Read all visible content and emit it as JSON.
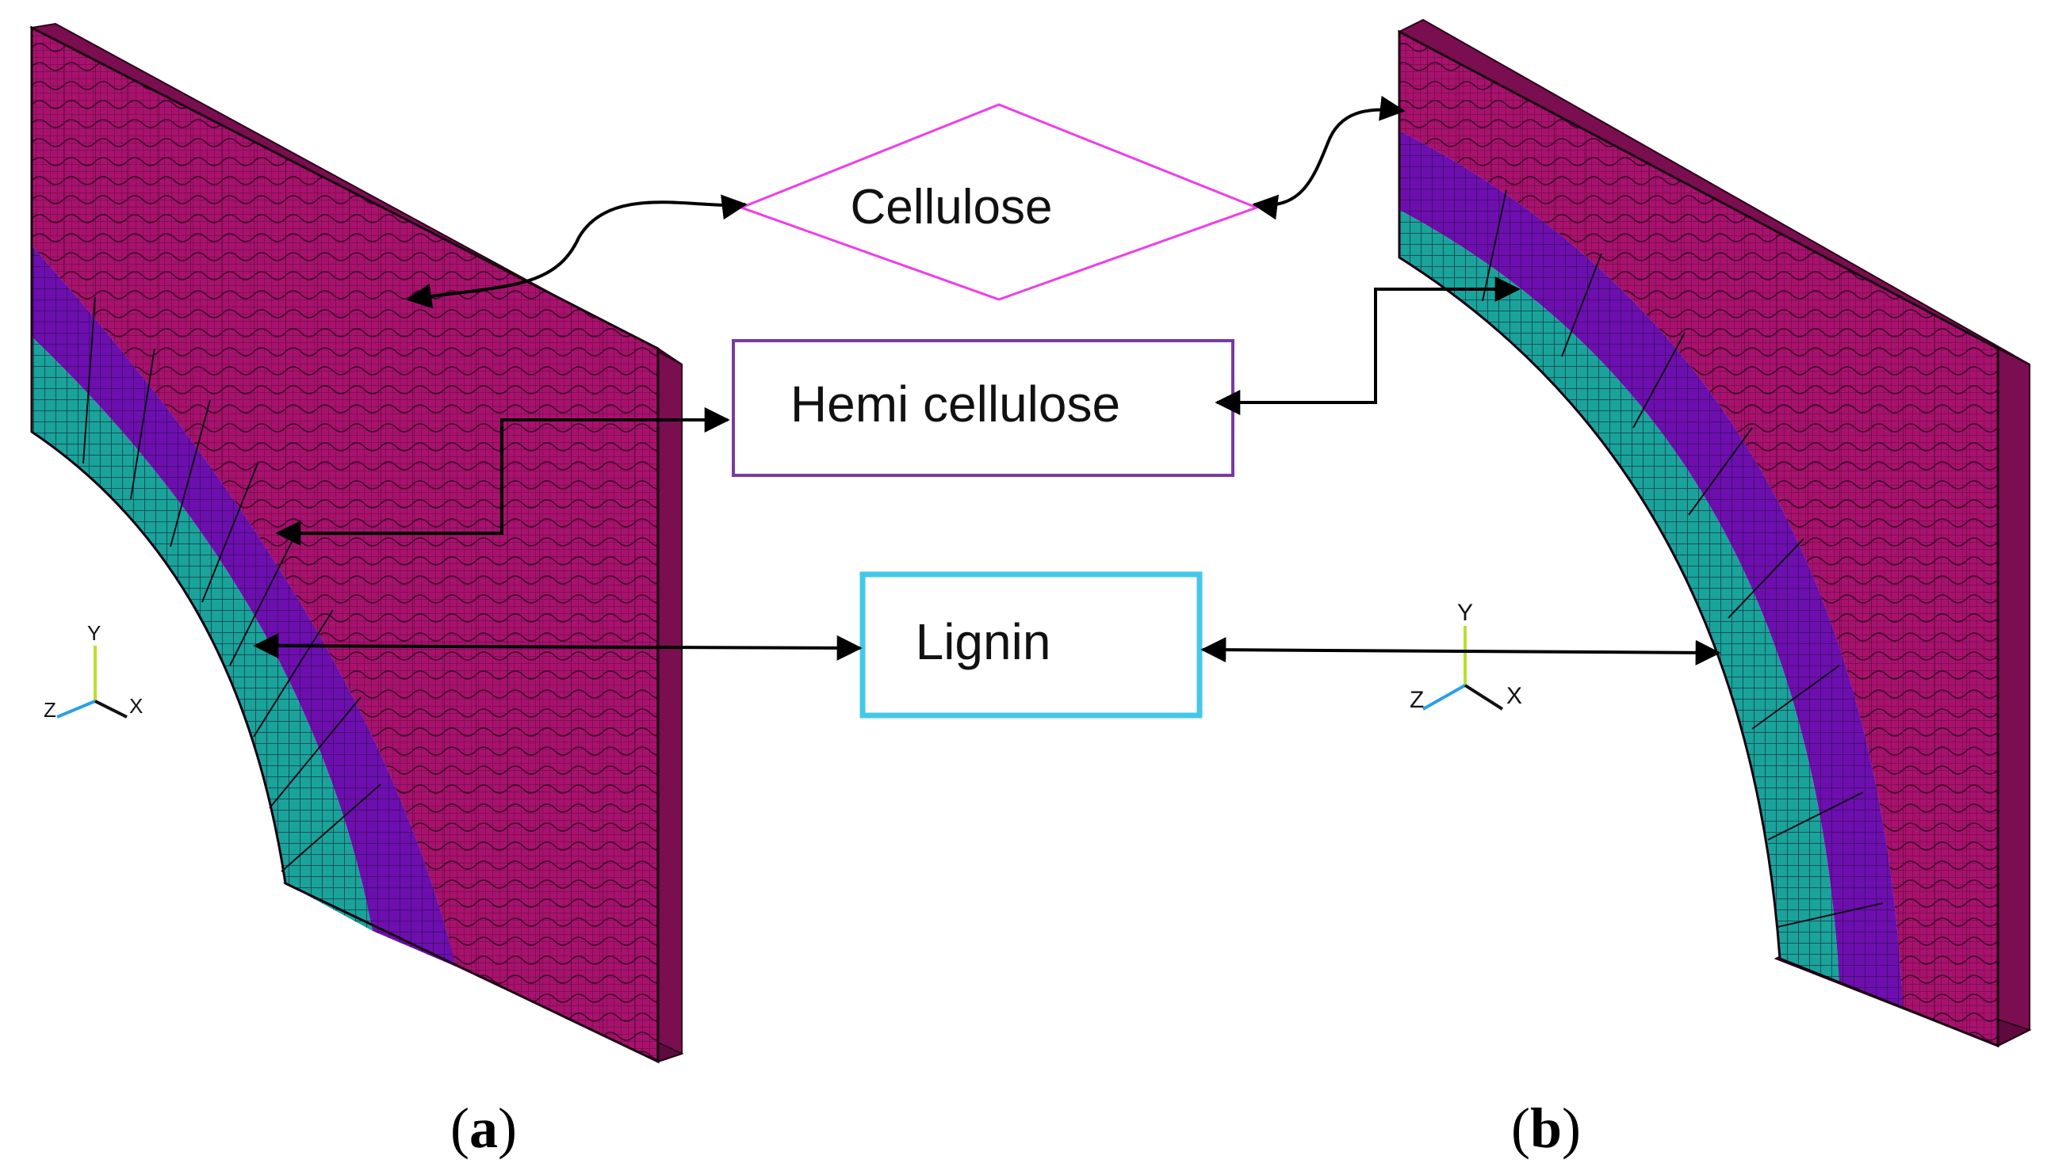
{
  "labels": {
    "cellulose": "Cellulose",
    "hemi": "Hemi cellulose",
    "lignin": "Lignin"
  },
  "captions": {
    "a_open": "(",
    "a_letter": "a",
    "a_close": ")",
    "b_open": "(",
    "b_letter": "b",
    "b_close": ")"
  },
  "triad": {
    "x": "X",
    "y": "Y",
    "z": "Z"
  },
  "colors": {
    "cellulose_layer": "#a8126e",
    "hemicellulose_layer": "#6d0fae",
    "lignin_layer": "#1aa39a",
    "cellulose_box": "#ee3ee8",
    "hemi_box": "#7a3aa0",
    "lignin_box": "#45c8e8",
    "arrow": "#000000",
    "axis_y": "#b8e02a",
    "axis_z": "#2aa0e8"
  }
}
